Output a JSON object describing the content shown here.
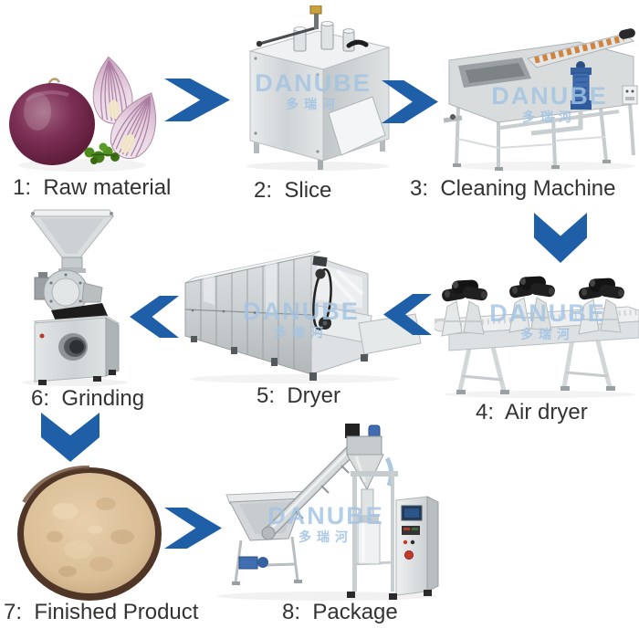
{
  "background": "#ffffff",
  "steps": [
    {
      "id": "1",
      "label": "1:  Raw material",
      "photo": "red-onions"
    },
    {
      "id": "2",
      "label": "2:  Slice",
      "photo": "slicing-machine"
    },
    {
      "id": "3",
      "label": "3:  Cleaning Machine",
      "photo": "bubble-cleaning-machine"
    },
    {
      "id": "4",
      "label": "4:  Air dryer",
      "photo": "air-drying-conveyor"
    },
    {
      "id": "5",
      "label": "5:  Dryer",
      "photo": "tunnel-dryer"
    },
    {
      "id": "6",
      "label": "6:  Grinding",
      "photo": "grinding-machine"
    },
    {
      "id": "7",
      "label": "7:  Finished Product",
      "photo": "onion-powder-bowl"
    },
    {
      "id": "8",
      "label": "8:  Package",
      "photo": "packing-machine"
    }
  ],
  "arrows": {
    "color": "#1e5fa8",
    "items": [
      {
        "from": "1",
        "to": "2",
        "direction": "right"
      },
      {
        "from": "2",
        "to": "3",
        "direction": "right"
      },
      {
        "from": "3",
        "to": "4",
        "direction": "down"
      },
      {
        "from": "4",
        "to": "5",
        "direction": "left"
      },
      {
        "from": "5",
        "to": "6",
        "direction": "left"
      },
      {
        "from": "6",
        "to": "7",
        "direction": "down"
      },
      {
        "from": "7",
        "to": "8",
        "direction": "right"
      }
    ]
  },
  "watermark": {
    "brand": "DANUBE",
    "brand_cjk": "多瑞河",
    "color": "#a3c4e3"
  }
}
